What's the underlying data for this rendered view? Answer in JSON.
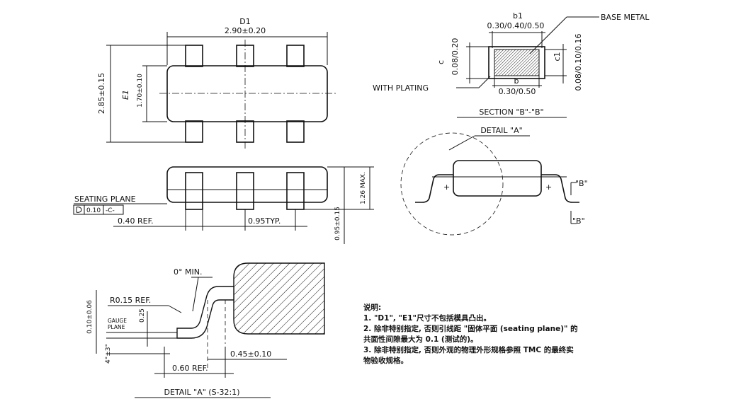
{
  "top_view": {
    "d1_name": "D1",
    "d1_value": "2.90±0.20",
    "e_total": "2.85±0.15",
    "e1_name": "E1",
    "e1_value": "1.70±0.10"
  },
  "side_view": {
    "seating_plane": "SEATING PLANE",
    "flatness_value": "0.10",
    "datum": "-C-",
    "lead_ref": "0.40 REF.",
    "pitch": "0.95TYP.",
    "max_height": "1.26 MAX.",
    "body_height": "0.95±0.15"
  },
  "section_b": {
    "b1_name": "b1",
    "b1_value": "0.30/0.40/0.50",
    "base_metal": "BASE METAL",
    "c_name": "c",
    "c_value": "0.08/0.20",
    "c1_name": "c1",
    "c1_value": "0.08/0.10/0.16",
    "b_name": "b",
    "b_value": "0.30/0.50",
    "with_plating": "WITH PLATING",
    "title": "SECTION \"B\"-\"B\""
  },
  "detail_a_callout": {
    "title": "DETAIL \"A\"",
    "marker_top": "\"B\"",
    "marker_bottom": "\"B\""
  },
  "detail_a": {
    "min_angle": "0° MIN.",
    "radius": "R0.15 REF.",
    "tolerance": "0.10±0.06",
    "gauge_line1": "GAUGE",
    "gauge_line2": "PLANE",
    "gauge_value": "0.25",
    "angle": "4°±3°",
    "foot_length": "0.45±0.10",
    "lead_ref": "0.60 REF.",
    "title": "DETAIL \"A\" (S-32:1)"
  },
  "notes": {
    "heading": "说明:",
    "line1": "1. \"D1\", \"E1\"尺寸不包括模具凸出。",
    "line2": "2. 除非特别指定, 否则引线距 \"固体平面 (seating plane)\" 的",
    "line3": "共面性间隙最大为 0.1 (测试的)。",
    "line4": "3. 除非特别指定, 否则外观的物理外形规格参照 TMC 的最终实",
    "line5": "物验收规格。"
  }
}
